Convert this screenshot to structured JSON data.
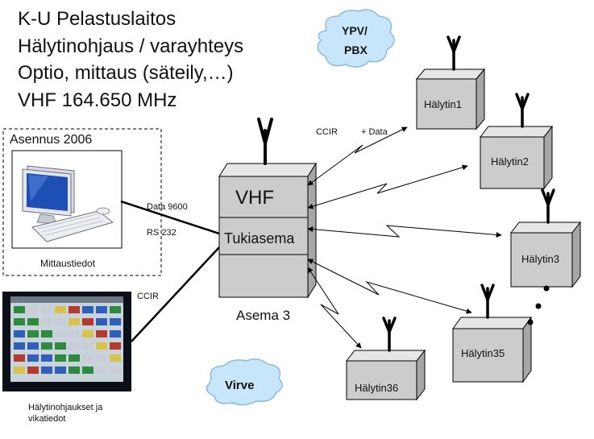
{
  "title_lines": [
    "K-U Pelastuslaitos",
    "Hälytinohjaus / varayhteys",
    "Optio, mittaus (säteily,…)",
    "VHF 164.650 MHz"
  ],
  "install_box": {
    "title": "Asennus 2006",
    "caption": "Mittaustiedot"
  },
  "control_panel_caption": [
    "Hälytinohjaukset ja",
    "vikatiedot"
  ],
  "links": {
    "data_label": "Data 9600",
    "rs_label": "RS 232",
    "ccir_left": "CCIR",
    "ccir_top": "CCIR",
    "plus_data": "+ Data"
  },
  "base_station": {
    "vhf": "VHF",
    "name": "Tukiasema",
    "caption": "Asema 3"
  },
  "clouds": {
    "ypv_line1": "YPV/",
    "ypv_line2": "PBX",
    "virve": "Virve"
  },
  "sirens": [
    "Hälytin1",
    "Hälytin2",
    "Hälytin3",
    "Hälytin35",
    "Hälytin36"
  ],
  "colors": {
    "cloud_fill": "#c8e6fa",
    "box_front": "#cccccc",
    "box_side": "#a6a6a6",
    "box_top": "#e6e6e6",
    "screen_blue": "#1e4fb4",
    "panel_bg": "#0b0f18"
  }
}
